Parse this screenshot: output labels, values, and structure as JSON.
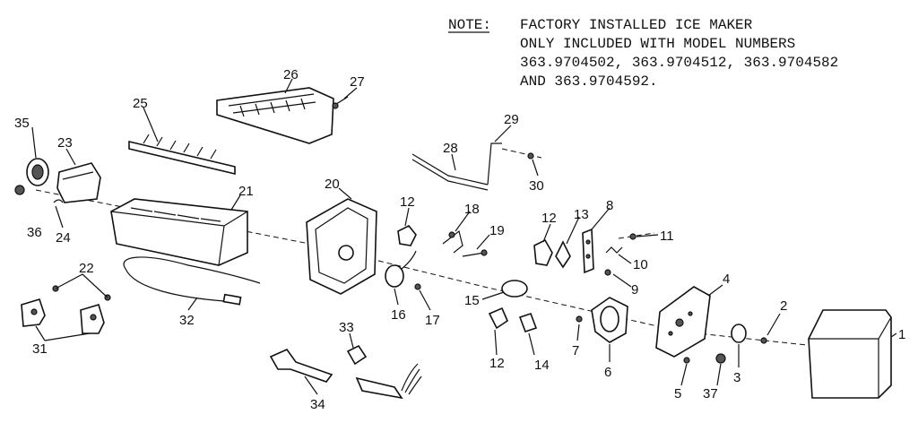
{
  "note": {
    "heading": "NOTE:",
    "lines": [
      "FACTORY INSTALLED ICE MAKER",
      "ONLY INCLUDED WITH MODEL NUMBERS",
      "363.9704502, 363.9704512, 363.9704582",
      "AND 363.9704592."
    ]
  },
  "labels": {
    "p1": "1",
    "p2": "2",
    "p3": "3",
    "p4": "4",
    "p5": "5",
    "p6": "6",
    "p7": "7",
    "p8": "8",
    "p9": "9",
    "p10": "10",
    "p11": "11",
    "p12a": "12",
    "p12b": "12",
    "p12c": "12",
    "p13": "13",
    "p14": "14",
    "p15": "15",
    "p16": "16",
    "p17": "17",
    "p18": "18",
    "p19": "19",
    "p20": "20",
    "p21": "21",
    "p22": "22",
    "p23": "23",
    "p24": "24",
    "p25": "25",
    "p26": "26",
    "p27": "27",
    "p28": "28",
    "p29": "29",
    "p30": "30",
    "p31": "31",
    "p32": "32",
    "p33": "33",
    "p34": "34",
    "p35": "35",
    "p36": "36",
    "p37": "37"
  }
}
